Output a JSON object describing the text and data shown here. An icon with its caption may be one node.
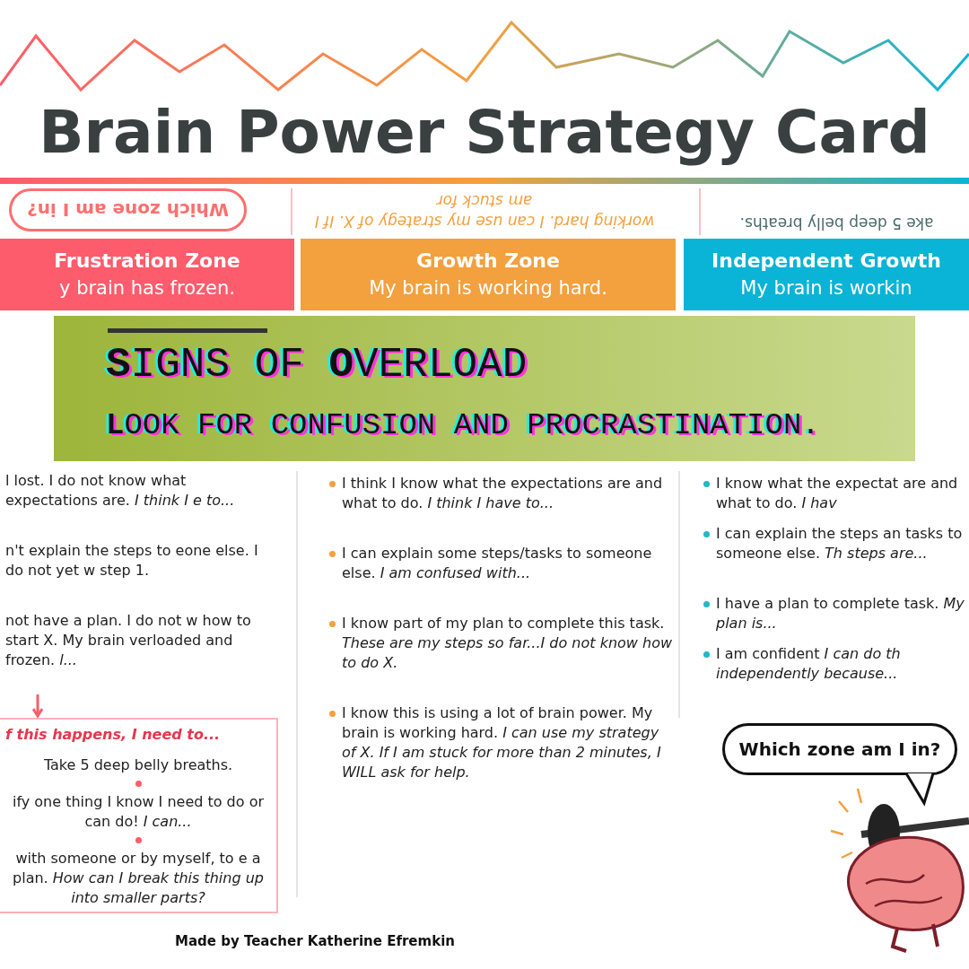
{
  "diagram": {
    "title": "Brain Power Strategy Card",
    "nodes": [
      {
        "text": [
          "Which zone am I in?"
        ]
      },
      {
        "text": [
          "Frustration Zone",
          "y brain has frozen."
        ]
      },
      {
        "text": [
          "Growth Zone",
          "My brain is working hard."
        ]
      },
      {
        "text": [
          "Independent Growth",
          "My brain is workin"
        ]
      },
      {
        "text": [
          "l lost. I do not know what expectations are. *I think I e to...*"
        ]
      },
      {
        "text": [
          "n't explain the steps to eone else. I do not yet w step 1."
        ]
      },
      {
        "text": [
          "not have a plan. I do not w how to start X. My brain verloaded and frozen. *l...*"
        ]
      },
      {
        "text": [
          "f this happens, I need to...",
          "Take 5 deep belly breaths.",
          "ify one thing I know I need to do or can do! *I can...*",
          "with someone or by myself, to e a plan. *How can I break this thing up into smaller parts?*"
        ]
      },
      {
        "text": [
          "I think I know what the expectations are and what to do. *I think I have to...*"
        ]
      },
      {
        "text": [
          "I can explain some steps/tasks to someone else. *I am confused with...*"
        ]
      },
      {
        "text": [
          "I know part of my plan to complete this task. *These are my steps so far...I do not know how to do X.*"
        ]
      },
      {
        "text": [
          "I know this is using a lot of brain power. My brain is working hard. *I can use my strategy of X. If I am stuck for more than 2 minutes, I WILL ask for help.*"
        ]
      },
      {
        "text": [
          "I know what the expectat are and what to do. *I hav*"
        ]
      },
      {
        "text": [
          "I can explain the steps an tasks to someone else. *Th steps are...*"
        ]
      },
      {
        "text": [
          "I have a plan to complete task. *My plan is...*"
        ]
      },
      {
        "text": [
          "I am confident *I can do th independently because...*"
        ]
      },
      {
        "text": [
          "Which zone am I in?"
        ]
      }
    ],
    "edges": [
      {
        "from": 6,
        "to": 7,
        "arrow": "to"
      }
    ],
    "labels": [
      "working hard. I can use my strategy of X. If I am stuck for",
      "ake 5 deep belly breaths.",
      "**S**IGNS OF **O**VERLOAD",
      "**L**OOK FOR CONFUSION AND PROCRASTINATION.",
      "Made by Teacher Katherine Efremkin"
    ]
  }
}
